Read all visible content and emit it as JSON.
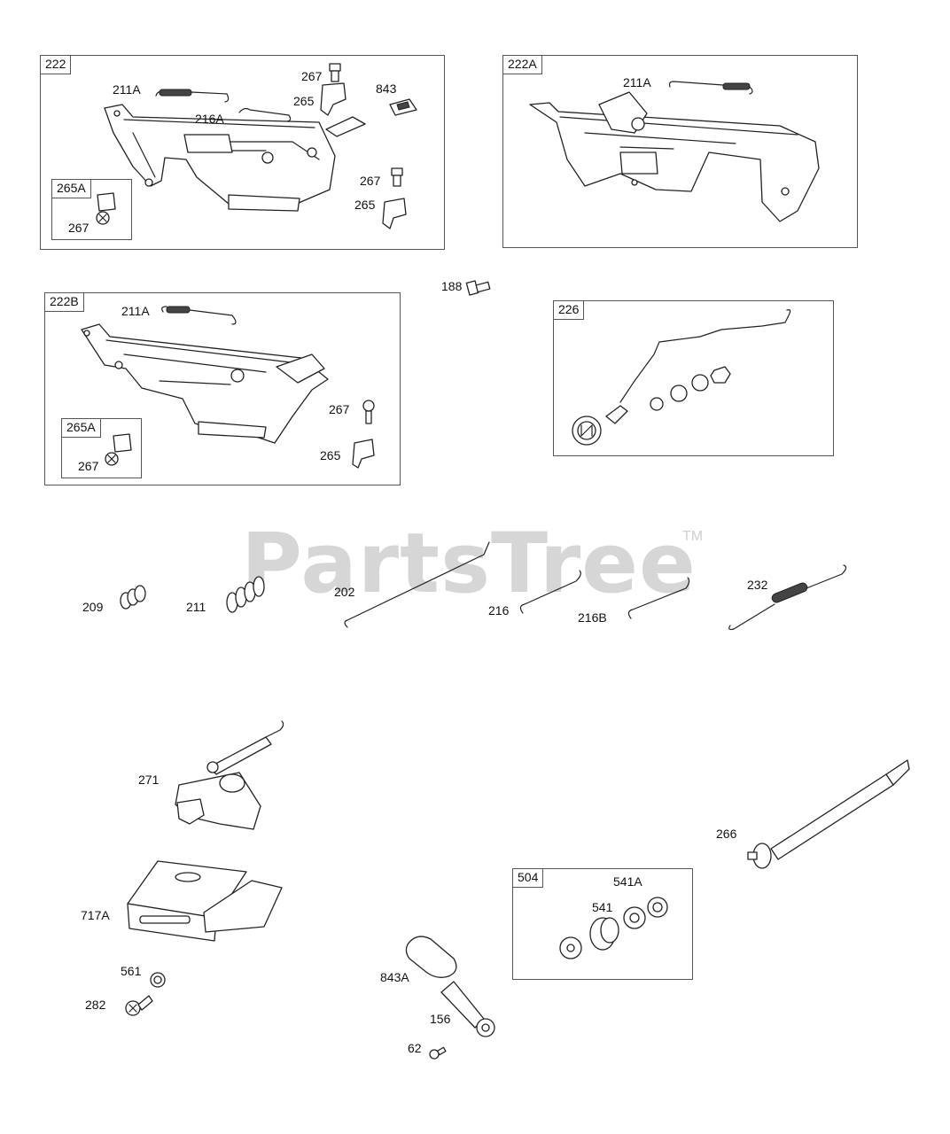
{
  "watermark": {
    "text": "PartsTree",
    "trademark": "TM"
  },
  "boxes": {
    "b222": "222",
    "b222A": "222A",
    "b222B": "222B",
    "b226": "226",
    "b265A_1": "265A",
    "b265A_2": "265A",
    "b504": "504"
  },
  "labels": {
    "l211A_1": "211A",
    "l216A": "216A",
    "l267_1": "267",
    "l265_1": "265",
    "l843": "843",
    "l267_2": "267",
    "l265_2": "265",
    "l267_3": "267",
    "l211A_2": "211A",
    "l188": "188",
    "l211A_3": "211A",
    "l267_4": "267",
    "l265_3": "265",
    "l267_5": "267",
    "l209": "209",
    "l211": "211",
    "l202": "202",
    "l216": "216",
    "l216B": "216B",
    "l232": "232",
    "l271": "271",
    "l266": "266",
    "l717A": "717A",
    "l561": "561",
    "l282": "282",
    "l541A": "541A",
    "l541": "541",
    "l843A": "843A",
    "l156": "156",
    "l62": "62"
  },
  "colors": {
    "line": "#222222",
    "watermark": "#d6d6d6",
    "box_border": "#555555"
  }
}
